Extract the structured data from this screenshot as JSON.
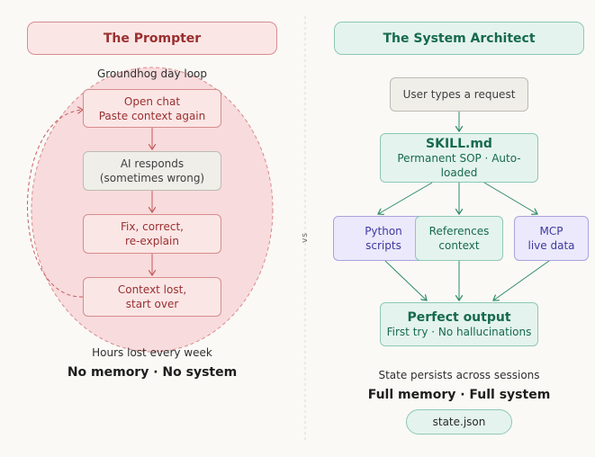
{
  "left": {
    "title": "The Prompter",
    "loop_label": "Groundhog day loop",
    "steps": [
      {
        "line1": "Open chat",
        "line2": "Paste context again"
      },
      {
        "line1": "AI responds",
        "line2": "(sometimes wrong)"
      },
      {
        "line1": "Fix, correct,",
        "line2": "re-explain"
      },
      {
        "line1": "Context lost,",
        "line2": "start over"
      }
    ],
    "footer_note": "Hours lost every week",
    "footer_bold": "No memory · No system"
  },
  "divider_label": "vs",
  "right": {
    "title": "The System Architect",
    "request": "User types a request",
    "skill": {
      "title": "SKILL.md",
      "subtitle": "Permanent SOP · Auto-loaded"
    },
    "tools": [
      {
        "line1": "Python",
        "line2": "scripts"
      },
      {
        "line1": "References",
        "line2": "context"
      },
      {
        "line1": "MCP",
        "line2": "live data"
      }
    ],
    "output": {
      "title": "Perfect output",
      "subtitle": "First try · No hallucinations"
    },
    "footer_note": "State persists across sessions",
    "footer_bold": "Full memory · Full system",
    "state_file": "state.json"
  },
  "colors": {
    "red_fill": "#fbe6e6",
    "red_border": "#d78d8d",
    "red_text": "#9a2f2f",
    "green_fill": "#e4f3ee",
    "green_border": "#8fc8b5",
    "green_text": "#166a4d",
    "violet_fill": "#ebe9fb",
    "violet_border": "#a9a3de",
    "gray_fill": "#efeee9",
    "gray_border": "#bdbbb2"
  }
}
